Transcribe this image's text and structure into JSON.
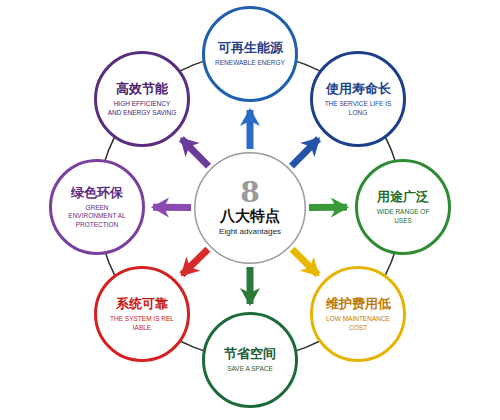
{
  "diagram": {
    "nodes": [
      {
        "text": [
          "8",
          "八大特点",
          "Eight advantages"
        ]
      },
      {
        "text": [
          "可再生能源",
          "RENEWABLE ENERGY"
        ]
      },
      {
        "text": [
          "使用寿命长",
          "THE SERVICE LIFE IS LONG"
        ]
      },
      {
        "text": [
          "用途广泛",
          "WIDE RANGE OF USES"
        ]
      },
      {
        "text": [
          "维护费用低",
          "LOW MAINTENANCE COST"
        ]
      },
      {
        "text": [
          "节省空间",
          "SAVE A SPACE"
        ]
      },
      {
        "text": [
          "系统可靠",
          "THE SYSTEM IS REL IABLE"
        ]
      },
      {
        "text": [
          "绿色环保",
          "GREEN ENVIRONMENT AL PROTECTION"
        ]
      },
      {
        "text": [
          "高效节能",
          "HIGH EFFICIENCY AND ENERGY SAVING"
        ]
      }
    ],
    "edges": [
      {
        "from": 0,
        "to": 1,
        "arrow": "to"
      },
      {
        "from": 0,
        "to": 2,
        "arrow": "to"
      },
      {
        "from": 0,
        "to": 3,
        "arrow": "to"
      },
      {
        "from": 0,
        "to": 4,
        "arrow": "to"
      },
      {
        "from": 0,
        "to": 5,
        "arrow": "to"
      },
      {
        "from": 0,
        "to": 6,
        "arrow": "to"
      },
      {
        "from": 0,
        "to": 7,
        "arrow": "to"
      },
      {
        "from": 0,
        "to": 8,
        "arrow": "to"
      }
    ]
  }
}
